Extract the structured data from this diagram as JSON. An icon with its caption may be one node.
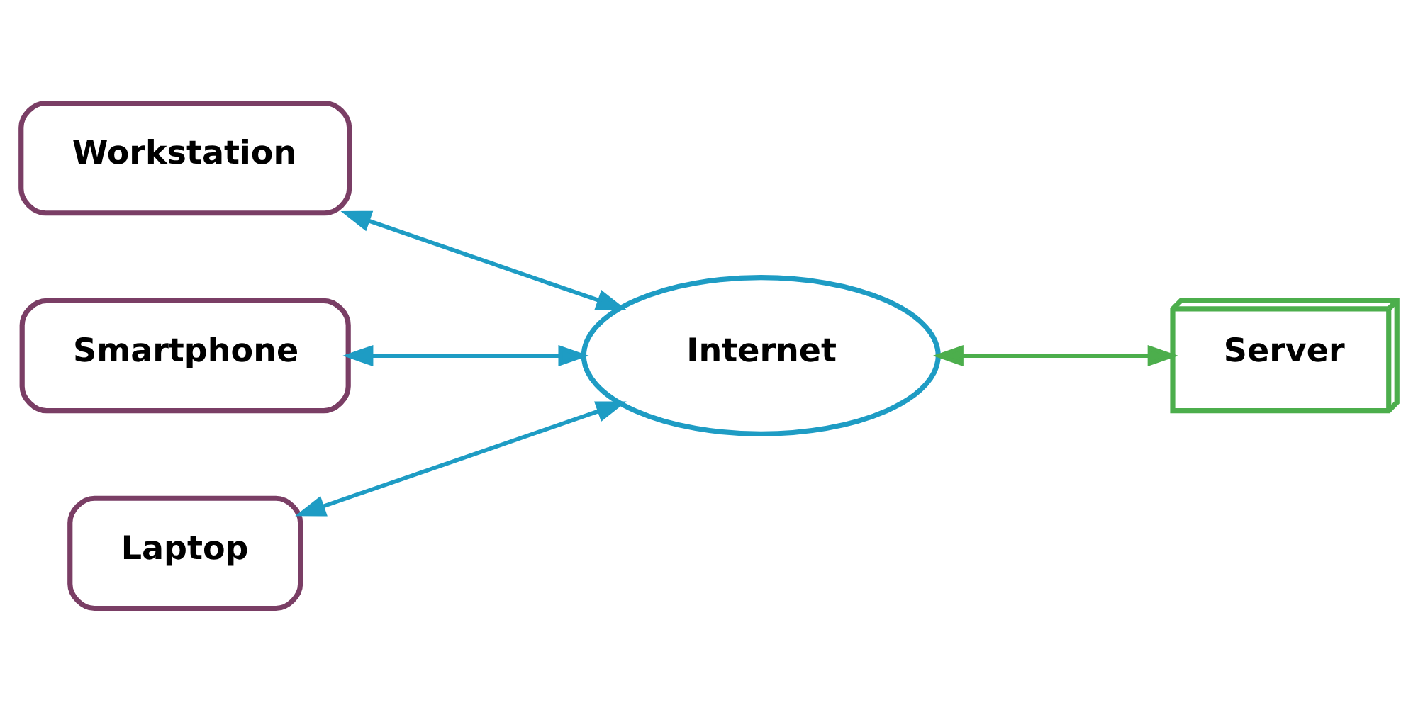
{
  "diagram": {
    "nodes": [
      {
        "text": [
          "Workstation"
        ]
      },
      {
        "text": [
          "Smartphone"
        ]
      },
      {
        "text": [
          "Laptop"
        ]
      },
      {
        "text": [
          "Internet"
        ]
      },
      {
        "text": [
          "Server"
        ]
      }
    ],
    "edges": [
      {
        "from": 0,
        "to": 3,
        "arrow": "both"
      },
      {
        "from": 1,
        "to": 3,
        "arrow": "both"
      },
      {
        "from": 2,
        "to": 3,
        "arrow": "both"
      },
      {
        "from": 3,
        "to": 4,
        "arrow": "both",
        "color": "#4cae4c"
      }
    ]
  }
}
